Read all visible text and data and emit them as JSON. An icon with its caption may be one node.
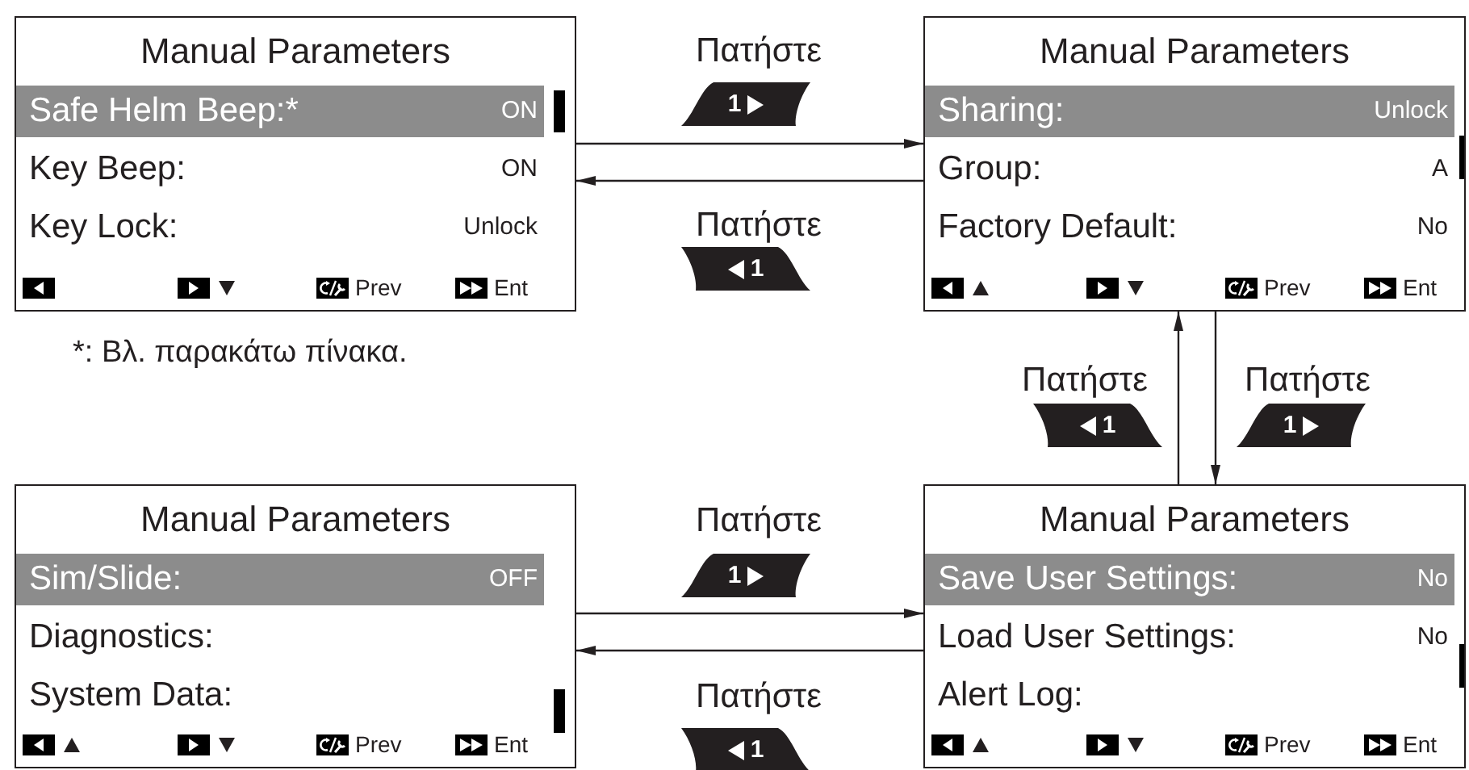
{
  "diagram": {
    "nodes": [
      {
        "text": [
          "Manual Parameters",
          "Safe Helm Beep:*",
          "ON",
          "Key Beep:",
          "ON",
          "Key Lock:",
          "Unlock",
          "Prev",
          "Ent"
        ]
      },
      {
        "text": [
          "Manual Parameters",
          "Sharing:",
          "Unlock",
          "Group:",
          "A",
          "Factory Default:",
          "No",
          "Prev",
          "Ent"
        ]
      },
      {
        "text": [
          "Manual Parameters",
          "Sim/Slide:",
          "OFF",
          "Diagnostics:",
          "System Data:",
          "Prev",
          "Ent"
        ]
      },
      {
        "text": [
          "Manual Parameters",
          "Save User Settings:",
          "No",
          "Load User Settings:",
          "No",
          "Alert Log:",
          "Prev",
          "Ent"
        ]
      }
    ],
    "edges": [
      {
        "from": 0,
        "to": 1,
        "arrow": "to",
        "label": "Πατήστε"
      },
      {
        "from": 1,
        "to": 0,
        "arrow": "to",
        "label": "Πατήστε"
      },
      {
        "from": 3,
        "to": 1,
        "arrow": "to",
        "label": "Πατήστε"
      },
      {
        "from": 1,
        "to": 3,
        "arrow": "to",
        "label": "Πατήστε"
      },
      {
        "from": 2,
        "to": 3,
        "arrow": "to",
        "label": "Πατήστε"
      },
      {
        "from": 3,
        "to": 2,
        "arrow": "to",
        "label": "Πατήστε"
      }
    ],
    "labels": [
      "1",
      "1",
      "*: Βλ. παρακάτω πίνακα.",
      "1",
      "1",
      "1",
      "1"
    ]
  }
}
